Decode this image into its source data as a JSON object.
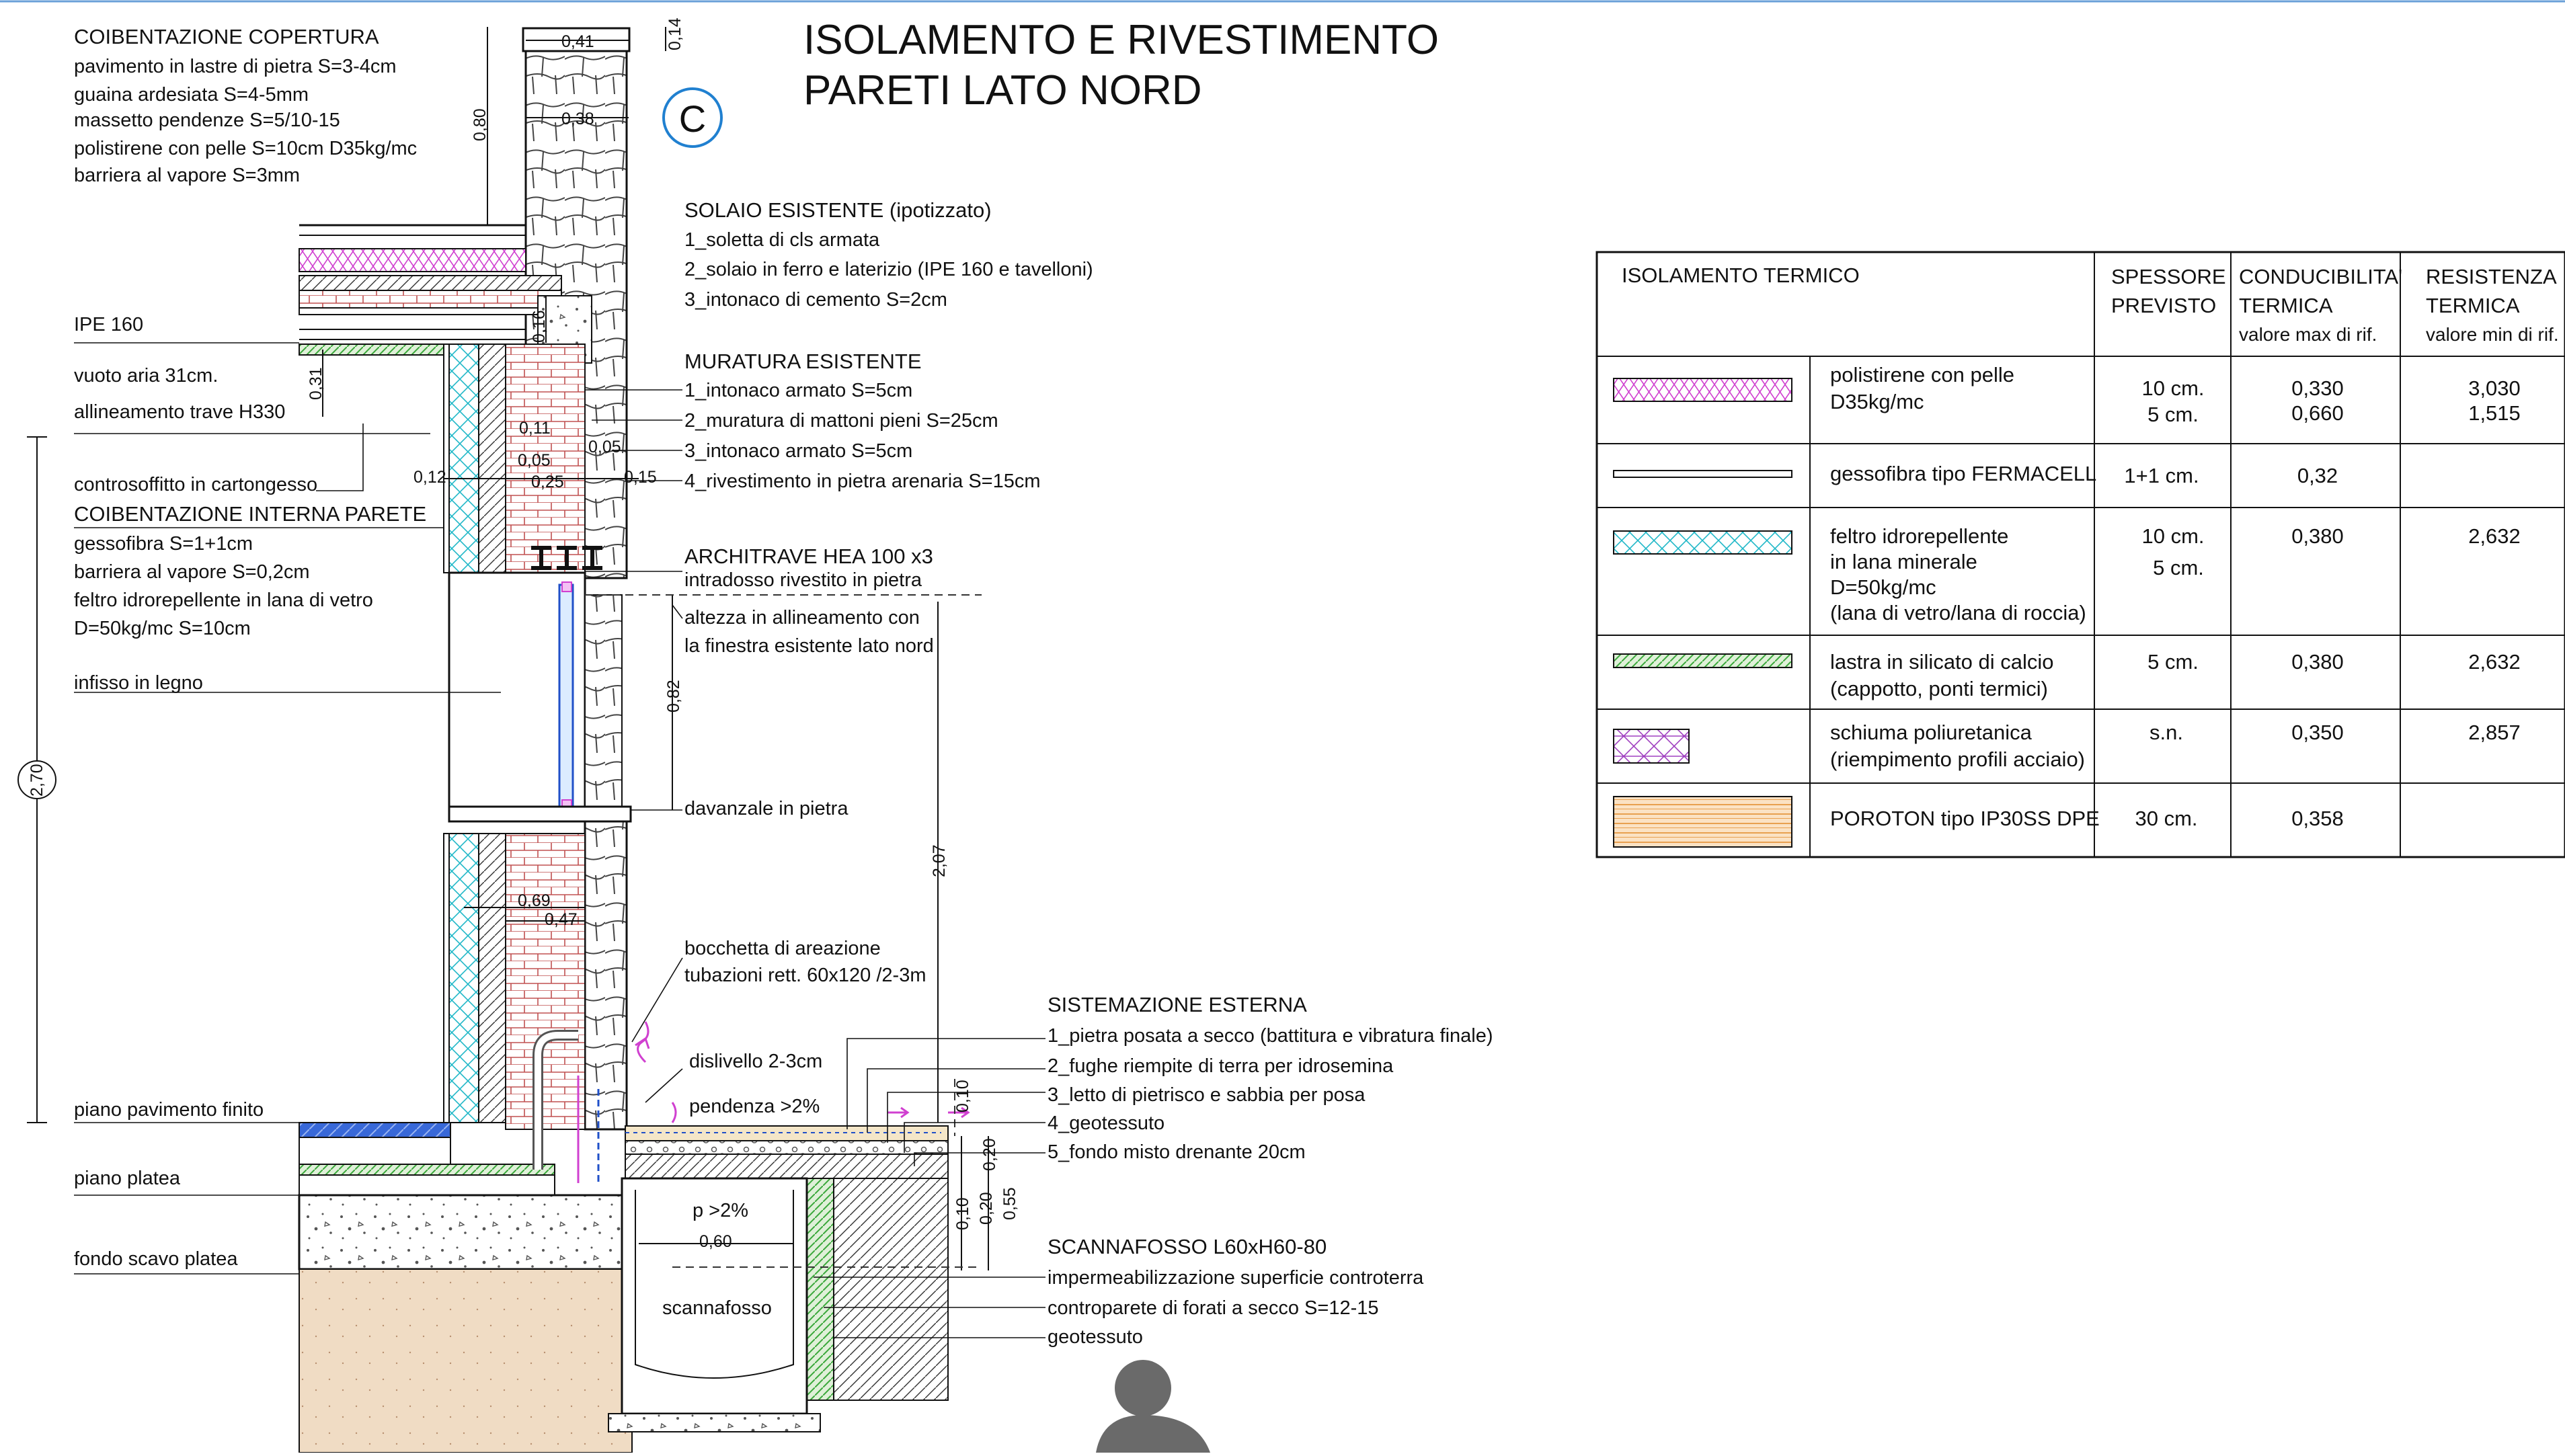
{
  "title": {
    "line1": "ISOLAMENTO E RIVESTIMENTO",
    "line2": "PARETI LATO NORD"
  },
  "section_mark": "C",
  "left_notes": {
    "roof_title": "COIBENTAZIONE COPERTURA",
    "roof_items": [
      "pavimento in lastre di pietra S=3-4cm",
      "guaina ardesiata S=4-5mm",
      "massetto pendenze S=5/10-15",
      "polistirene con pelle S=10cm D35kg/mc",
      "barriera al vapore S=3mm"
    ],
    "ipe": "IPE 160",
    "vuoto": "vuoto aria 31cm.",
    "allineamento": "allineamento trave H330",
    "controsoffitto": "controsoffitto in cartongesso",
    "wall_title": "COIBENTAZIONE INTERNA PARETE",
    "wall_items": [
      "gessofibra S=1+1cm",
      "barriera al vapore S=0,2cm",
      "feltro idrorepellente in lana di vetro",
      "D=50kg/mc S=10cm"
    ],
    "infisso": "infisso in legno",
    "pavimento": "piano pavimento finito",
    "platea": "piano platea",
    "fondo": "fondo scavo platea"
  },
  "right_notes": {
    "solaio_title": "SOLAIO ESISTENTE (ipotizzato)",
    "solaio_items": [
      "1_soletta di cls armata",
      "2_solaio in ferro e laterizio (IPE 160 e tavelloni)",
      "3_intonaco di cemento S=2cm"
    ],
    "muratura_title": "MURATURA ESISTENTE",
    "muratura_items": [
      "1_intonaco armato S=5cm",
      "2_muratura di mattoni pieni S=25cm",
      "3_intonaco armato S=5cm",
      "4_rivestimento in pietra arenaria S=15cm"
    ],
    "architrave_1": "ARCHITRAVE HEA 100 x3",
    "architrave_2": "intradosso rivestito in pietra",
    "altezza_1": "altezza in allineamento con",
    "altezza_2": "la finestra esistente lato nord",
    "davanzale": "davanzale in pietra",
    "bocchetta_1": "bocchetta di areazione",
    "bocchetta_2": "tubazioni rett. 60x120 /2-3m",
    "dislivello": "dislivello 2-3cm",
    "pendenza": "pendenza >2%",
    "sistemazione_title": "SISTEMAZIONE ESTERNA",
    "sistemazione_items": [
      "1_pietra posata a secco (battitura e vibratura finale)",
      "2_fughe riempite di terra per idrosemina",
      "3_letto di pietrisco e sabbia per posa",
      "4_geotessuto",
      "5_fondo misto drenante 20cm"
    ],
    "scannafosso_title": "SCANNAFOSSO L60xH60-80",
    "scannafosso_items": [
      "impermeabilizzazione superficie controterra",
      "controparete di forati a secco S=12-15",
      "geotessuto"
    ],
    "p2": "p >2%",
    "scannafosso_label": "scannafosso"
  },
  "dimensions": {
    "d041": "0,41",
    "d014": "0,14",
    "d038": "0,38",
    "d080": "0,80",
    "d016": "0,16",
    "d031": "0,31",
    "d011": "0,11",
    "d005a": "0,05",
    "d005b": "0,05",
    "d012": "0,12",
    "d025": "0,25",
    "d015": "0,15",
    "d082": "0,82",
    "d270": "2,70",
    "d069": "0,69",
    "d047": "0,47",
    "d207": "2,07",
    "d010a": "0,10",
    "d020a": "0,20",
    "d010b": "0,10",
    "d020b": "0,20",
    "d055": "0,55",
    "d060": "0,60"
  },
  "table": {
    "headers": {
      "material": "ISOLAMENTO TERMICO",
      "spessore_1": "SPESSORE",
      "spessore_2": "PREVISTO",
      "cond_1": "CONDUCIBILITA'",
      "cond_2": "TERMICA",
      "cond_3": "valore max di rif.",
      "res_1": "RESISTENZA",
      "res_2": "TERMICA",
      "res_3": "valore min di rif."
    },
    "rows": [
      {
        "desc": [
          "polistirene con pelle",
          "D35kg/mc"
        ],
        "spessore": [
          "10 cm.",
          "5 cm."
        ],
        "cond": [
          "0,330",
          "0,660"
        ],
        "res": [
          "3,030",
          "1,515"
        ]
      },
      {
        "desc": [
          "gessofibra tipo FERMACELL"
        ],
        "spessore": [
          "1+1 cm."
        ],
        "cond": [
          "0,32"
        ],
        "res": []
      },
      {
        "desc": [
          "feltro idrorepellente",
          "in lana minerale",
          "D=50kg/mc",
          "(lana di vetro/lana di roccia)"
        ],
        "spessore": [
          "10 cm.",
          "5 cm."
        ],
        "cond": [
          "0,380"
        ],
        "res": [
          "2,632"
        ]
      },
      {
        "desc": [
          "lastra in silicato di calcio",
          "(cappotto, ponti termici)"
        ],
        "spessore": [
          "5 cm."
        ],
        "cond": [
          "0,380"
        ],
        "res": [
          "2,632"
        ]
      },
      {
        "desc": [
          "schiuma poliuretanica",
          "(riempimento profili acciaio)"
        ],
        "spessore": [
          "s.n."
        ],
        "cond": [
          "0,350"
        ],
        "res": [
          "2,857"
        ]
      },
      {
        "desc": [
          "POROTON tipo IP30SS DPE"
        ],
        "spessore": [
          "30 cm."
        ],
        "cond": [
          "0,358"
        ],
        "res": []
      }
    ],
    "swatches": [
      "polystyrene-magenta",
      "gypsum-fiber-thin",
      "mineral-wool-cyan",
      "calcium-silicate-green",
      "pu-foam-violet",
      "poroton-orange"
    ]
  },
  "colors": {
    "magenta": "#d040d0",
    "cyan": "#20b8c8",
    "green": "#3aa83a",
    "violet": "#a040c0",
    "orange": "#e8a050",
    "blue": "#2050c8",
    "brick": "#c05050"
  }
}
